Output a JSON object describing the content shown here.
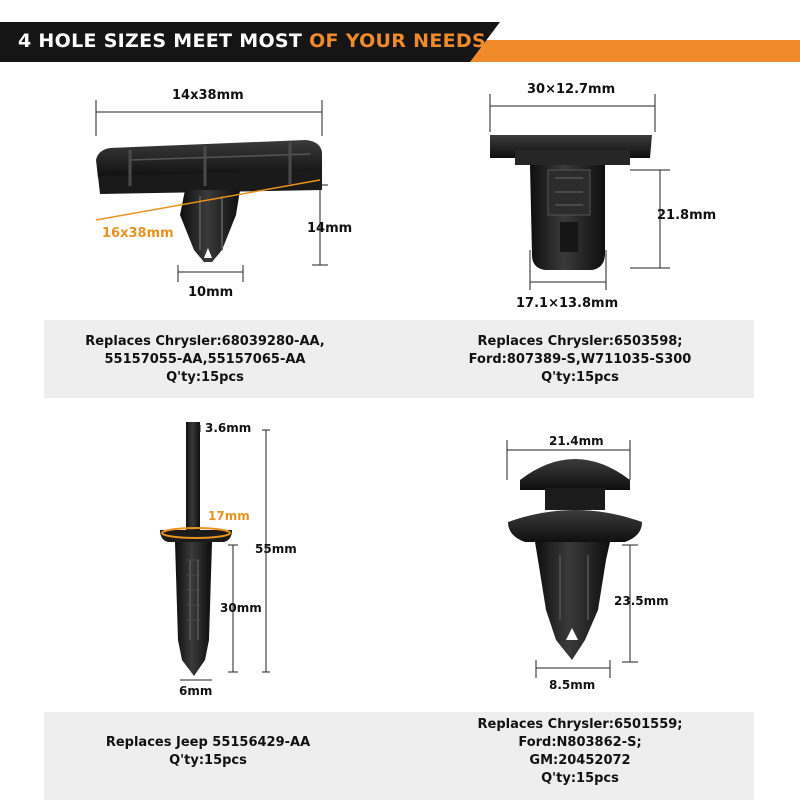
{
  "banner": {
    "text_white": "4 HOLE SIZES MEET MOST ",
    "text_orange": "OF YOUR NEEDS",
    "colors": {
      "orange": "#f08a2b",
      "black": "#151515"
    }
  },
  "products": [
    {
      "dims": {
        "top": "14x38mm",
        "diagonal": "16x38mm",
        "height": "14mm",
        "bottom": "10mm"
      },
      "info": [
        "Replaces Chrysler:68039280-AA,",
        "55157055-AA,55157065-AA",
        "Q'ty:15pcs"
      ]
    },
    {
      "dims": {
        "top": "30×12.7mm",
        "height": "21.8mm",
        "bottom": "17.1×13.8mm"
      },
      "info": [
        "Replaces Chrysler:6503598;",
        "Ford:807389-S,W711035-S300",
        "Q'ty:15pcs"
      ]
    },
    {
      "dims": {
        "top": "3.6mm",
        "ring": "17mm",
        "total": "55mm",
        "shank": "30mm",
        "bottom": "6mm"
      },
      "info": [
        "Replaces Jeep 55156429-AA",
        "Q'ty:15pcs"
      ]
    },
    {
      "dims": {
        "top": "21.4mm",
        "height": "23.5mm",
        "bottom": "8.5mm"
      },
      "info": [
        "Replaces Chrysler:6501559;",
        "Ford:N803862-S;",
        "GM:20452072",
        "Q'ty:15pcs"
      ]
    }
  ]
}
